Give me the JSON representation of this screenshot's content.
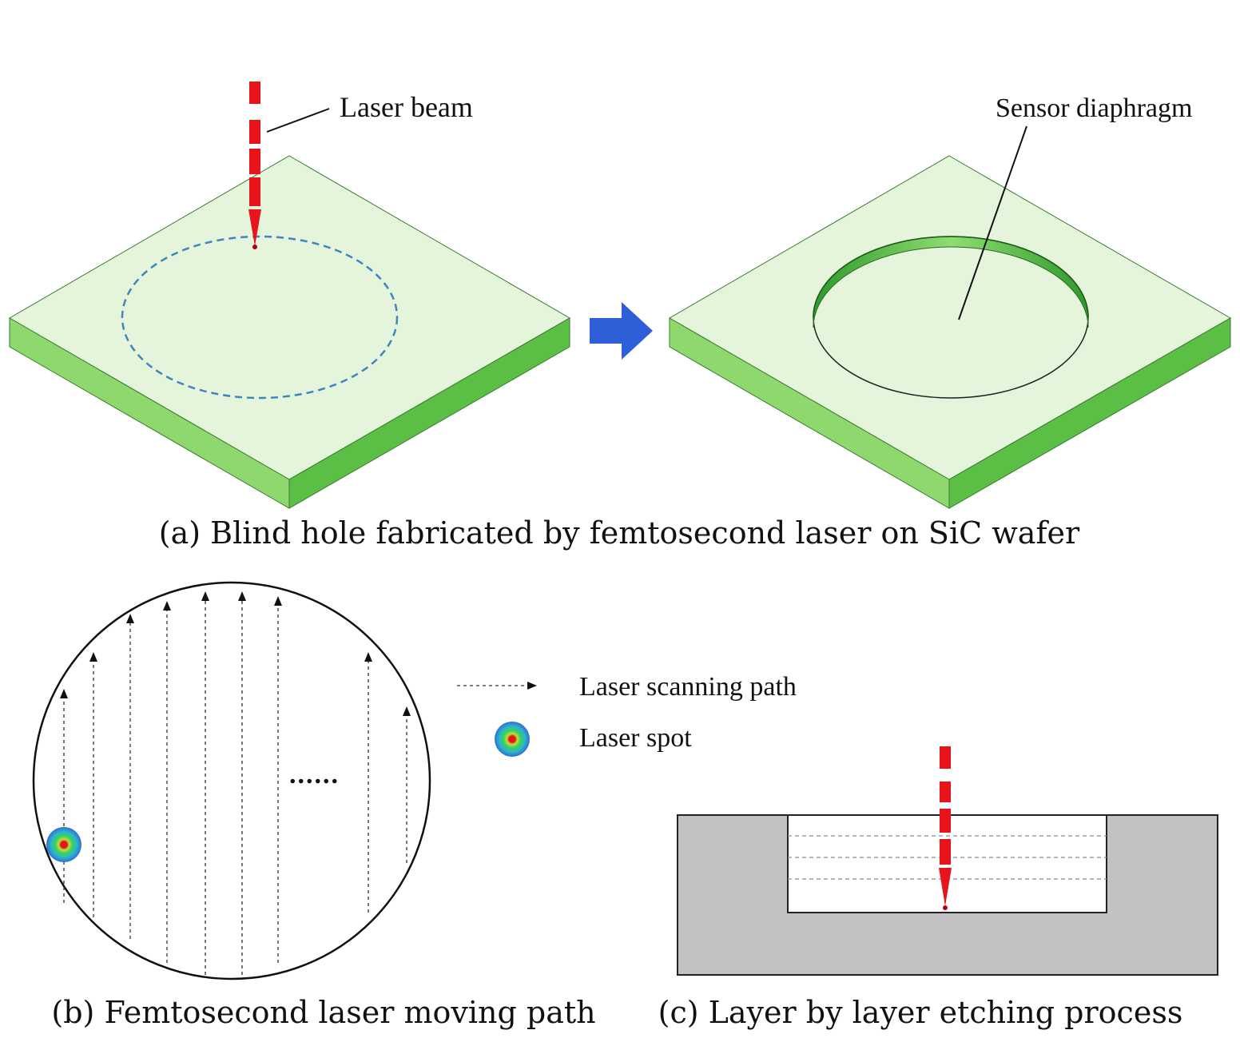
{
  "labels": {
    "laser_beam": "Laser beam",
    "sensor_diaphragm": "Sensor diaphragm",
    "laser_scanning_path": "Laser scanning path",
    "laser_spot": "Laser spot",
    "ellipsis": "......"
  },
  "captions": {
    "a": "(a)  Blind hole fabricated by femtosecond laser on SiC wafer",
    "b": "(b) Femtosecond laser moving path",
    "c": "(c) Layer by layer etching process"
  },
  "colors": {
    "wafer_top": "#e4f5dc",
    "wafer_side_light": "#8ed86e",
    "wafer_side_dark": "#5cbf45",
    "beam": "#e8141c",
    "dashed_circle": "#3f86bf",
    "arrow": "#2f5fd8",
    "cross_section": "#c2c2c2",
    "spot_outer": "#2f86d6",
    "spot_mid": "#3fd0b0",
    "spot_inner": "#9be05a"
  }
}
